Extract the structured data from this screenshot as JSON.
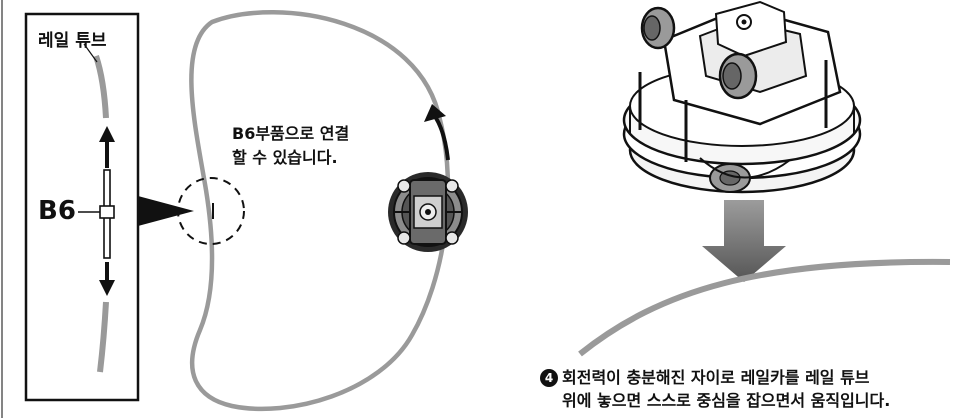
{
  "inset": {
    "title": "레일 튜브",
    "part_label": "B6"
  },
  "note": {
    "line1": "B6부품으로 연결",
    "line2": "할 수 있습니다."
  },
  "caption": {
    "step_number": "4",
    "line1": "회전력이 충분해진 자이로 레일카를 레일 튜브",
    "line2": "위에 놓으면 스스로 중심을 잡으면서 움직입니다."
  },
  "colors": {
    "rail": "#9a9a9a",
    "ink": "#1a1a1a",
    "arrow_gray": "#6e6e6e"
  }
}
